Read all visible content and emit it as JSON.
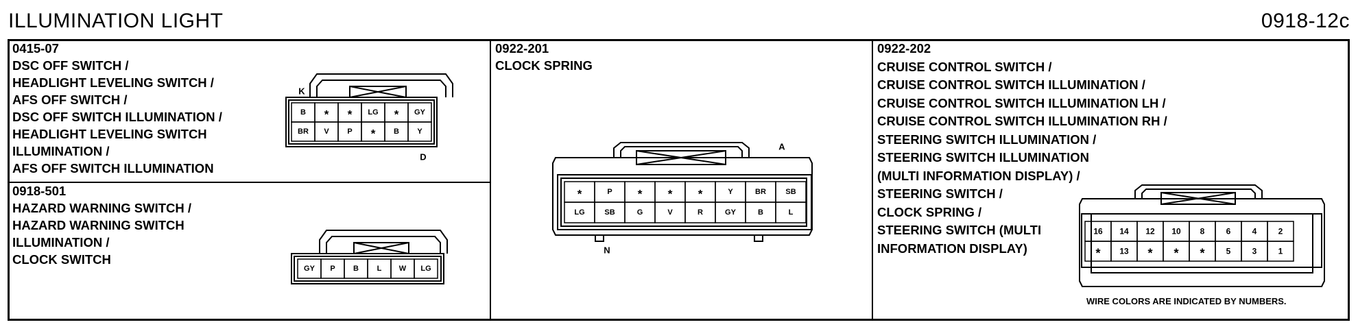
{
  "page": {
    "title": "ILLUMINATION LIGHT",
    "code": "0918-12c"
  },
  "connectors": [
    {
      "code": "0415-07",
      "lines": [
        "DSC OFF SWITCH /",
        "HEADLIGHT LEVELING SWITCH /",
        "AFS OFF SWITCH /",
        "DSC OFF SWITCH ILLUMINATION /",
        "HEADLIGHT LEVELING SWITCH",
        "ILLUMINATION /",
        "AFS OFF SWITCH ILLUMINATION"
      ],
      "labels": [
        "K",
        "D"
      ],
      "rows": [
        [
          "B",
          "*",
          "*",
          "LG",
          "*",
          "GY"
        ],
        [
          "BR",
          "V",
          "P",
          "*",
          "B",
          "Y"
        ]
      ]
    },
    {
      "code": "0918-501",
      "lines": [
        "HAZARD WARNING SWITCH /",
        "HAZARD WARNING SWITCH",
        "ILLUMINATION /",
        "CLOCK SWITCH"
      ],
      "labels": [],
      "rows": [
        [
          "GY",
          "P",
          "B",
          "L",
          "W",
          "LG"
        ]
      ]
    },
    {
      "code": "0922-201",
      "lines": [
        "CLOCK SPRING"
      ],
      "labels": [
        "A",
        "N"
      ],
      "rows": [
        [
          "*",
          "P",
          "*",
          "*",
          "*",
          "Y",
          "BR",
          "SB"
        ],
        [
          "LG",
          "SB",
          "G",
          "V",
          "R",
          "GY",
          "B",
          "L"
        ]
      ]
    },
    {
      "code": "0922-202",
      "lines": [
        "CRUISE CONTROL SWITCH /",
        "CRUISE CONTROL SWITCH ILLUMINATION /",
        "CRUISE CONTROL SWITCH ILLUMINATION LH /",
        "CRUISE CONTROL SWITCH ILLUMINATION RH /",
        "STEERING SWITCH ILLUMINATION /",
        "STEERING SWITCH ILLUMINATION",
        "(MULTI INFORMATION DISPLAY) /",
        "STEERING SWITCH /",
        "CLOCK SPRING /",
        "STEERING SWITCH (MULTI",
        "INFORMATION DISPLAY)"
      ],
      "labels": [],
      "rows": [
        [
          "16",
          "14",
          "12",
          "10",
          "8",
          "6",
          "4",
          "2"
        ],
        [
          "*",
          "13",
          "*",
          "*",
          "*",
          "5",
          "3",
          "1"
        ]
      ],
      "note": "WIRE COLORS ARE INDICATED BY NUMBERS."
    }
  ]
}
